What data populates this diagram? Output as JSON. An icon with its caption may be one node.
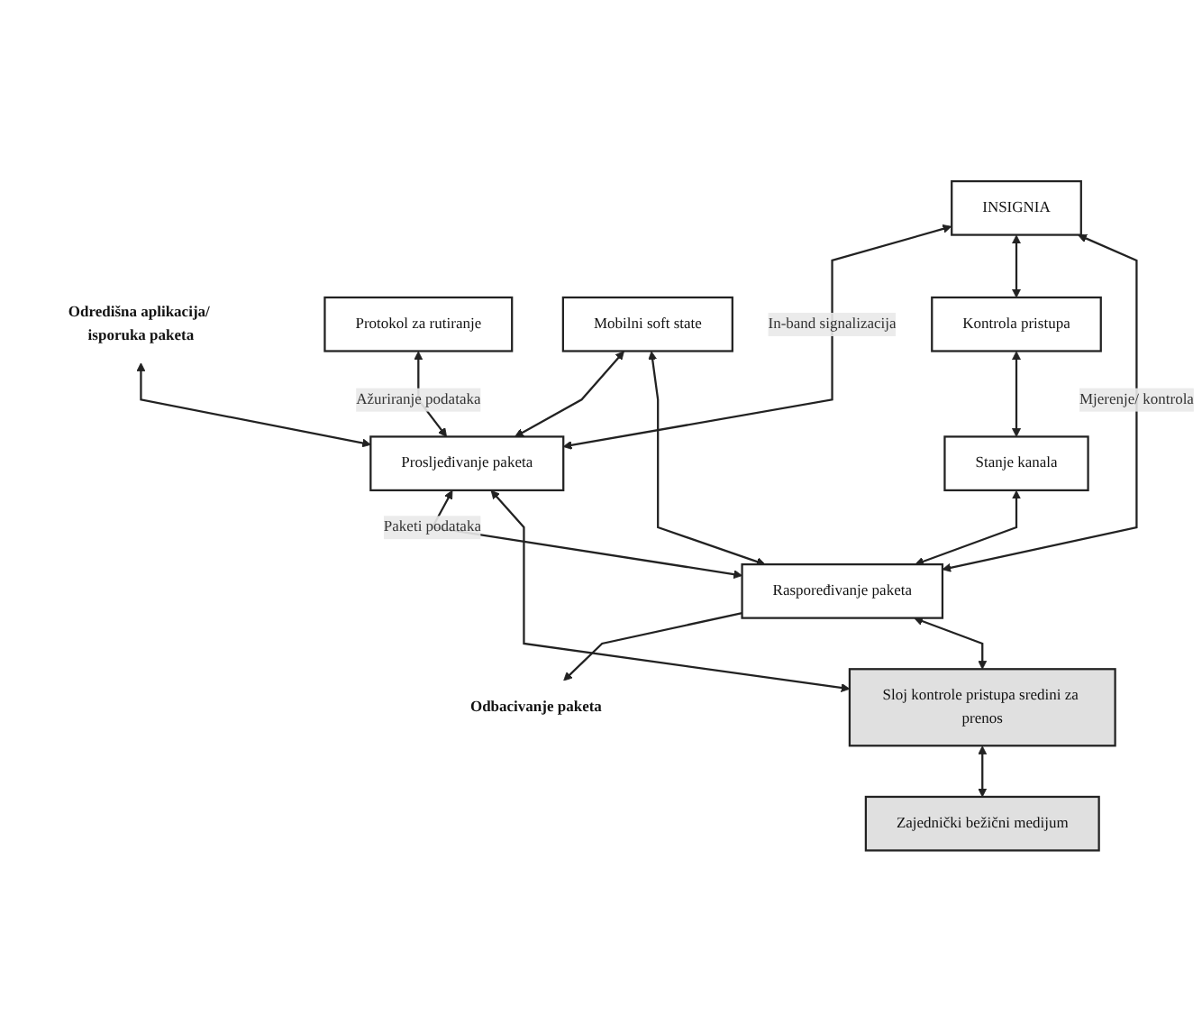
{
  "diagram": {
    "nodes": [
      {
        "text": [
          "Odredišna aplikacija/ isporuka paketa"
        ]
      },
      {
        "text": [
          "Protokol za rutiranje"
        ]
      },
      {
        "text": [
          "INSIGNIA"
        ]
      },
      {
        "text": [
          "Kontrola pristupa"
        ]
      },
      {
        "text": [
          "Mobilni soft state"
        ]
      },
      {
        "text": [
          "Stanje kanala"
        ]
      },
      {
        "text": [
          "Prosljeđivanje paketa"
        ]
      },
      {
        "text": [
          "Raspoređivanje paketa"
        ]
      },
      {
        "text": [
          "Odbacivanje paketa"
        ]
      },
      {
        "text": [
          "Sloj kontrole pristupa sredini za prenos"
        ]
      },
      {
        "text": [
          "Zajednički bežični medijum"
        ]
      }
    ],
    "edges": [
      {
        "from": 0,
        "to": 6,
        "arrow": "both"
      },
      {
        "from": 1,
        "to": 6,
        "arrow": "both",
        "label": "Ažuriranje podataka"
      },
      {
        "from": 2,
        "to": 6,
        "arrow": "both",
        "label": "In-band signalizacija"
      },
      {
        "from": 4,
        "to": 6,
        "arrow": "both"
      },
      {
        "from": 2,
        "to": 3,
        "arrow": "both"
      },
      {
        "from": 2,
        "to": 7,
        "arrow": "both",
        "label": "Mjerenje/ kontrola"
      },
      {
        "from": 4,
        "to": 7,
        "arrow": "both"
      },
      {
        "from": 3,
        "to": 5,
        "arrow": "both"
      },
      {
        "from": 5,
        "to": 7,
        "arrow": "both"
      },
      {
        "from": 6,
        "to": 7,
        "arrow": "both",
        "label": "Paketi podataka"
      },
      {
        "from": 7,
        "to": 8,
        "arrow": "to"
      },
      {
        "from": 6,
        "to": 9,
        "arrow": "both"
      },
      {
        "from": 7,
        "to": 9,
        "arrow": "both"
      },
      {
        "from": 9,
        "to": 10,
        "arrow": "both"
      }
    ]
  }
}
